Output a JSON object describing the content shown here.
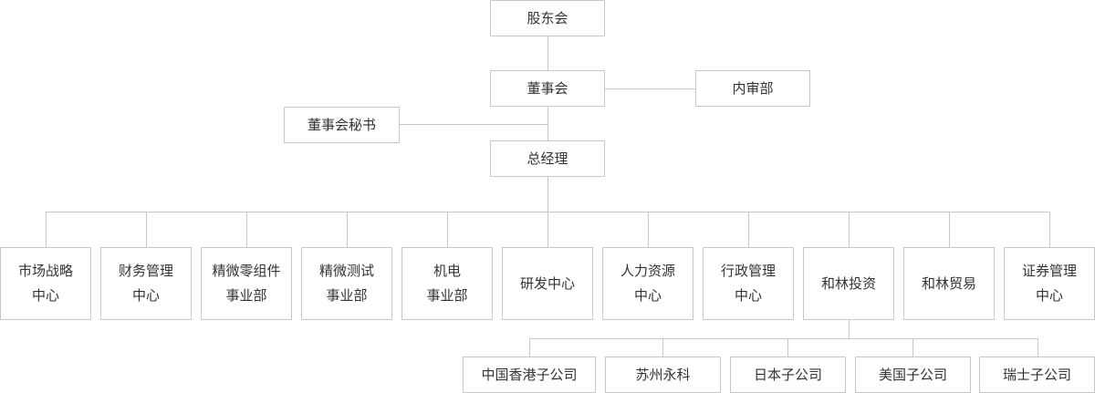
{
  "org_chart": {
    "shareholders": "股东会",
    "board": "董事会",
    "internal_audit": "内审部",
    "board_secretary": "董事会秘书",
    "general_manager": "总经理",
    "departments": [
      "市场战略\n中心",
      "财务管理\n中心",
      "精微零组件\n事业部",
      "精微测试\n事业部",
      "机电\n事业部",
      "研发中心",
      "人力资源\n中心",
      "行政管理\n中心",
      "和林投资",
      "和林贸易",
      "证券管理\n中心"
    ],
    "subsidiaries": [
      "中国香港子公司",
      "苏州永科",
      "日本子公司",
      "美国子公司",
      "瑞士子公司"
    ],
    "colors": {
      "border": "#c8c8c8",
      "line": "#c8c8c8",
      "text": "#333333",
      "background": "#ffffff"
    }
  }
}
